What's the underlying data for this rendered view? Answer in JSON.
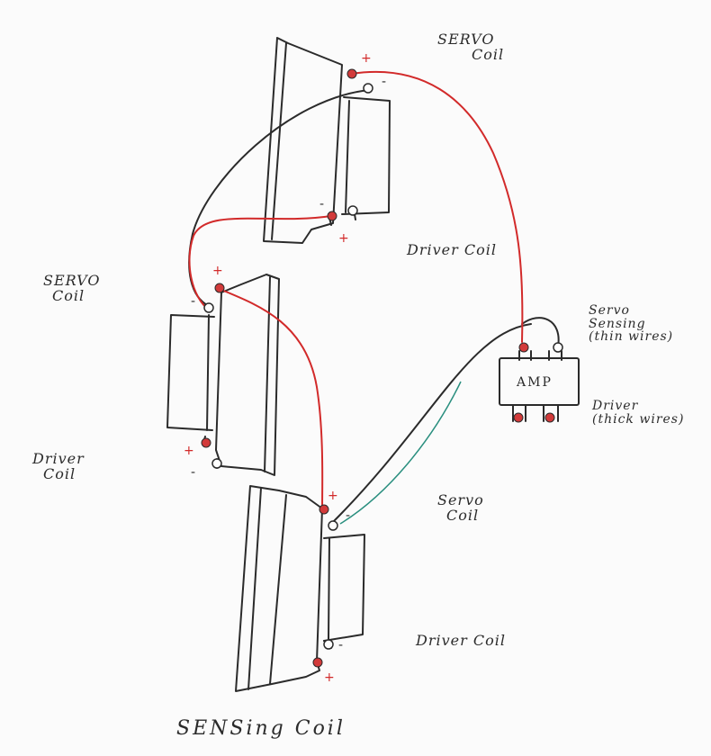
{
  "labels": {
    "servo_coil_top_1": "SERVO",
    "servo_coil_top_2": "Coil",
    "driver_coil_top": "Driver Coil",
    "servo_coil_left_1": "SERVO",
    "servo_coil_left_2": "Coil",
    "driver_coil_left_1": "Driver",
    "driver_coil_left_2": "Coil",
    "servo_coil_bottom_1": "Servo",
    "servo_coil_bottom_2": "Coil",
    "driver_coil_bottom": "Driver Coil",
    "sensing_coil": "SENSing Coil",
    "servo_sensing_1": "Servo",
    "servo_sensing_2": "Sensing",
    "servo_sensing_3": "(thin wires)",
    "driver_1": "Driver",
    "driver_2": "(thick wires)",
    "amp": "AMP"
  },
  "signs": {
    "plus": "+",
    "minus": "-"
  },
  "colors": {
    "pen": "#2b2b2b",
    "red_wire": "#d22a2a",
    "teal_wire": "#2a8f7f",
    "terminal": "#d23a3a"
  }
}
